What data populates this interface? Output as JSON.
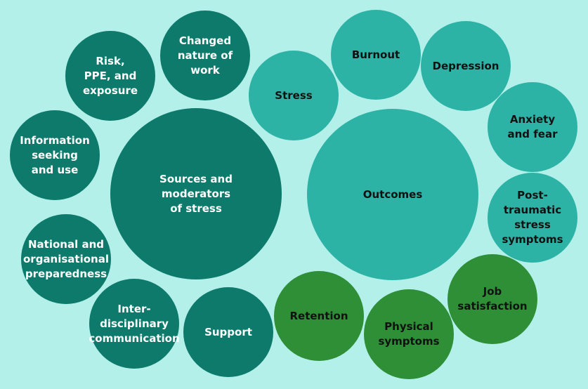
{
  "colors": {
    "background": "#b3f0ea",
    "sources": "#0d7a6b",
    "outcomes": "#2db3a6",
    "wellbeing": "#2e8f37"
  },
  "sources_hub": {
    "label": "Sources and\nmoderators\nof stress"
  },
  "outcomes_hub": {
    "label": "Outcomes"
  },
  "sources": {
    "changed_nature": "Changed\nnature of\nwork",
    "risk_ppe": "Risk,\nPPE, and\nexposure",
    "information": "Information\nseeking\nand use",
    "preparedness": "National and\norganisational\npreparedness",
    "communication": "Inter-\ndisciplinary\ncommunication",
    "support": "Support"
  },
  "outcomes": {
    "stress": "Stress",
    "burnout": "Burnout",
    "depression": "Depression",
    "anxiety": "Anxiety\nand fear",
    "ptsd": "Post-\ntraumatic\nstress\nsymptoms",
    "job_satisfaction": "Job\nsatisfaction",
    "physical": "Physical\nsymptoms",
    "retention": "Retention"
  }
}
